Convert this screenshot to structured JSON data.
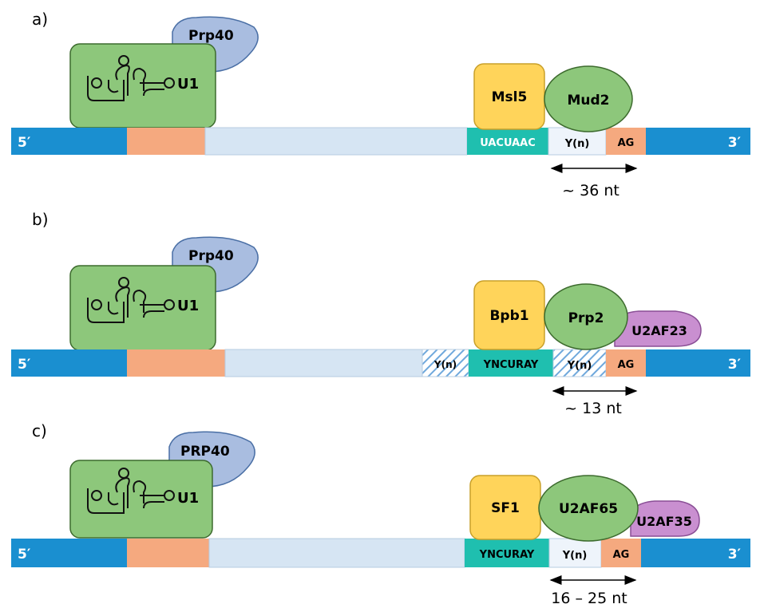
{
  "panels": [
    {
      "label": "a)",
      "five_prime": "5′",
      "three_prime": "3′",
      "u1_label": "U1",
      "prp40_label": "Prp40",
      "bp_protein": "Msl5",
      "py_protein": "Mud2",
      "third_protein": "",
      "bp_sequence": "UACUAAC",
      "upstream_polyY": "",
      "polyY": "Y(n)",
      "ag": "AG",
      "distance": "~ 36 nt"
    },
    {
      "label": "b)",
      "five_prime": "5′",
      "three_prime": "3′",
      "u1_label": "U1",
      "prp40_label": "Prp40",
      "bp_protein": "Bpb1",
      "py_protein": "Prp2",
      "third_protein": "U2AF23",
      "bp_sequence": "YNCURAY",
      "upstream_polyY": "Y(n)",
      "polyY": "Y(n)",
      "ag": "AG",
      "distance": "~ 13 nt"
    },
    {
      "label": "c)",
      "five_prime": "5′",
      "three_prime": "3′",
      "u1_label": "U1",
      "prp40_label": "PRP40",
      "bp_protein": "SF1",
      "py_protein": "U2AF65",
      "third_protein": "U2AF35",
      "bp_sequence": "YNCURAY",
      "upstream_polyY": "",
      "polyY": "Y(n)",
      "ag": "AG",
      "distance": "16 – 25 nt"
    }
  ],
  "colors": {
    "exon": "#1a8fd0",
    "ss5": "#f5a97f",
    "intron": "#d6e5f3",
    "bp": "#1fbfaf",
    "ag": "#f5a97f",
    "u1": "#8dc77b",
    "prp40": "#a9bde0",
    "yellow_protein": "#ffd45a",
    "green_protein": "#8dc77b",
    "purple_protein": "#c98fd0"
  }
}
